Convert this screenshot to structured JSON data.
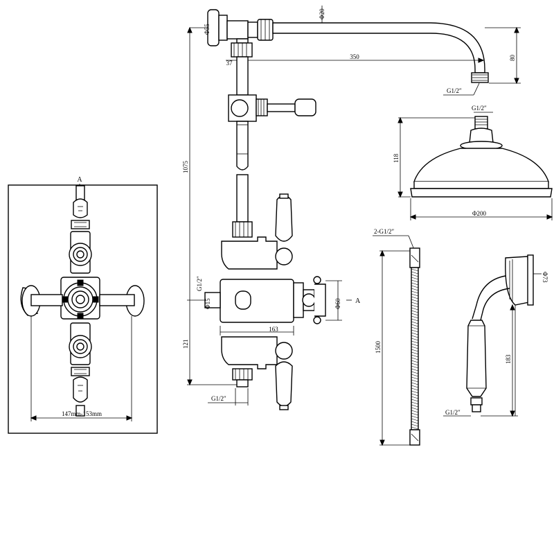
{
  "front_view": {
    "section_label": "A",
    "width_dimension": "147mm-153mm"
  },
  "side_view": {
    "arm_pipe_diameter": "Φ20",
    "wall_flange_diameter": "Φ55",
    "arm_offset": "37",
    "arm_reach": "350",
    "arm_drop": "80",
    "arm_outlet_thread": "G1/2″",
    "total_height": "1075",
    "valve_inlet_thread": "G1/2″",
    "valve_inlet_diameter": "Φ15",
    "valve_body_diameter": "Φ60",
    "section_label": "A",
    "valve_depth": "163",
    "lower_height": "121",
    "bottom_outlet_thread": "G1/2″"
  },
  "shower_head": {
    "inlet_thread": "G1/2″",
    "height": "118",
    "diameter": "Φ200"
  },
  "hose": {
    "thread": "2-G1/2″",
    "length": "1500"
  },
  "handset": {
    "head_diameter": "Φ73",
    "length": "183",
    "thread": "G1/2″"
  }
}
